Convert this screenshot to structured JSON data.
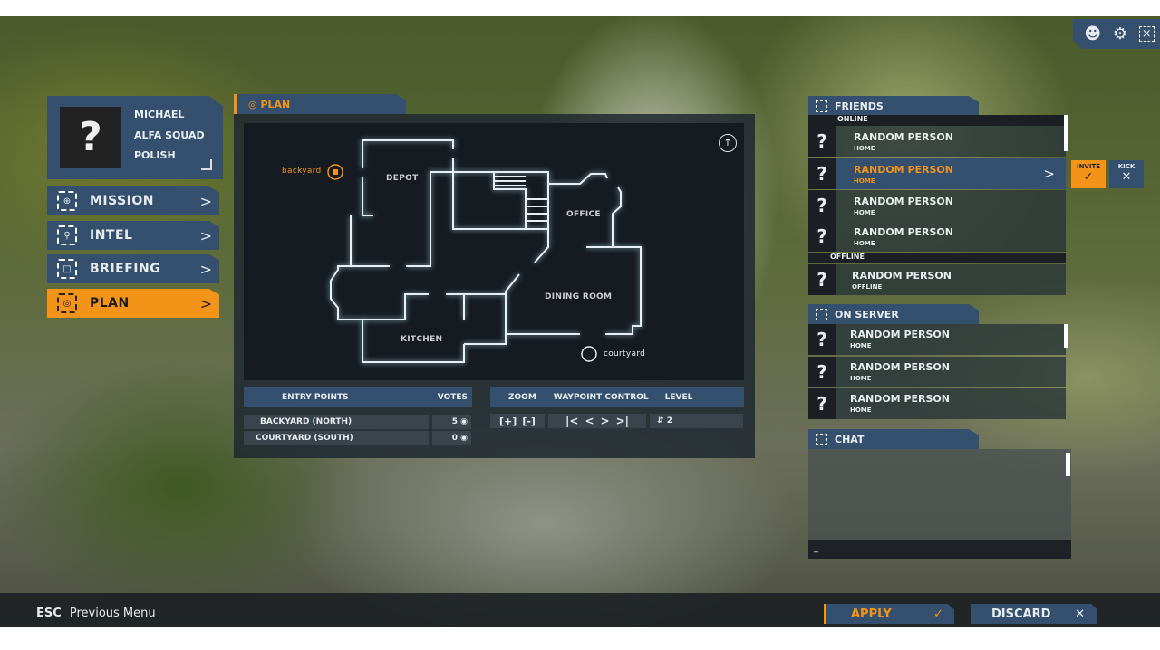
{
  "profile": {
    "avatar": "?",
    "name": "MICHAEL",
    "squad": "ALFA SQUAD",
    "language": "POLISH"
  },
  "nav": [
    {
      "label": "MISSION",
      "icon": "crosshair-icon"
    },
    {
      "label": "INTEL",
      "icon": "search-icon"
    },
    {
      "label": "BRIEFING",
      "icon": "folder-icon"
    },
    {
      "label": "PLAN",
      "icon": "target-icon",
      "active": true
    }
  ],
  "plan": {
    "title": "PLAN",
    "rooms": {
      "depot": "DEPOT",
      "office": "OFFICE",
      "dining": "DINING ROOM",
      "kitchen": "KITCHEN"
    },
    "markers": {
      "backyard": "backyard",
      "courtyard": "courtyard"
    },
    "entry_header": "ENTRY POINTS",
    "votes_header": "VOTES",
    "entries": [
      {
        "name": "BACKYARD (NORTH)",
        "votes": "5"
      },
      {
        "name": "COURTYARD (SOUTH)",
        "votes": "0"
      }
    ],
    "zoom_label": "ZOOM",
    "waypoint_label": "WAYPOINT CONTROL",
    "level_label": "LEVEL",
    "level": "2"
  },
  "friends": {
    "title": "FRIENDS",
    "online_label": "ONLINE",
    "offline_label": "OFFLINE",
    "online": [
      {
        "name": "RANDOM PERSON",
        "status": "HOME"
      },
      {
        "name": "RANDOM PERSON",
        "status": "HOME",
        "selected": true
      },
      {
        "name": "RANDOM PERSON",
        "status": "HOME"
      },
      {
        "name": "RANDOM PERSON",
        "status": "HOME"
      }
    ],
    "offline": [
      {
        "name": "RANDOM PERSON",
        "status": "OFFLINE"
      }
    ],
    "invite": "INVITE",
    "kick": "KICK"
  },
  "server": {
    "title": "ON SERVER",
    "players": [
      {
        "name": "RANDOM PERSON",
        "status": "HOME"
      },
      {
        "name": "RANDOM PERSON",
        "status": "HOME"
      },
      {
        "name": "RANDOM PERSON",
        "status": "HOME"
      }
    ]
  },
  "chat": {
    "title": "CHAT",
    "input": "_"
  },
  "footer": {
    "esc": "ESC",
    "back": "Previous Menu",
    "apply": "APPLY",
    "discard": "DISCARD"
  },
  "colors": {
    "accent": "#f39419",
    "panel": "#34506e"
  }
}
